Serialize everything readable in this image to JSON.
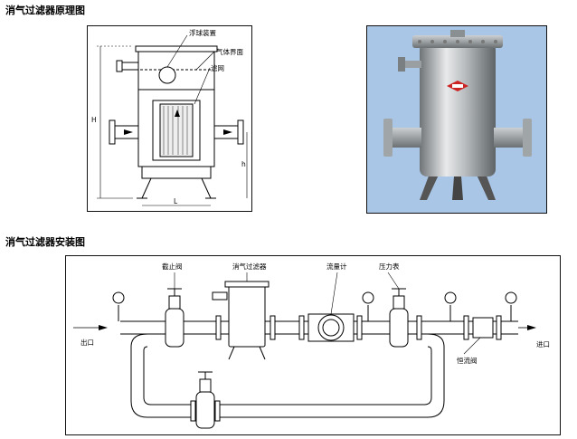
{
  "titles": {
    "principle": "消气过滤器原理图",
    "install": "消气过滤器安装图"
  },
  "principle": {
    "float_label": "浮球装置",
    "interface_label": "气体界面",
    "screen_label": "滤网",
    "dim_H": "H",
    "dim_h": "h",
    "dim_L": "L"
  },
  "install": {
    "valve_label": "截止阀",
    "filter_label": "消气过滤器",
    "flowmeter_label": "流量计",
    "gauge_label": "压力表",
    "outlet_label": "出口",
    "inlet_label": "进口",
    "const_valve_label": "恒流阀"
  },
  "photo": {
    "brand_color": "#cc2222",
    "background_color": "#a9c6e6"
  }
}
